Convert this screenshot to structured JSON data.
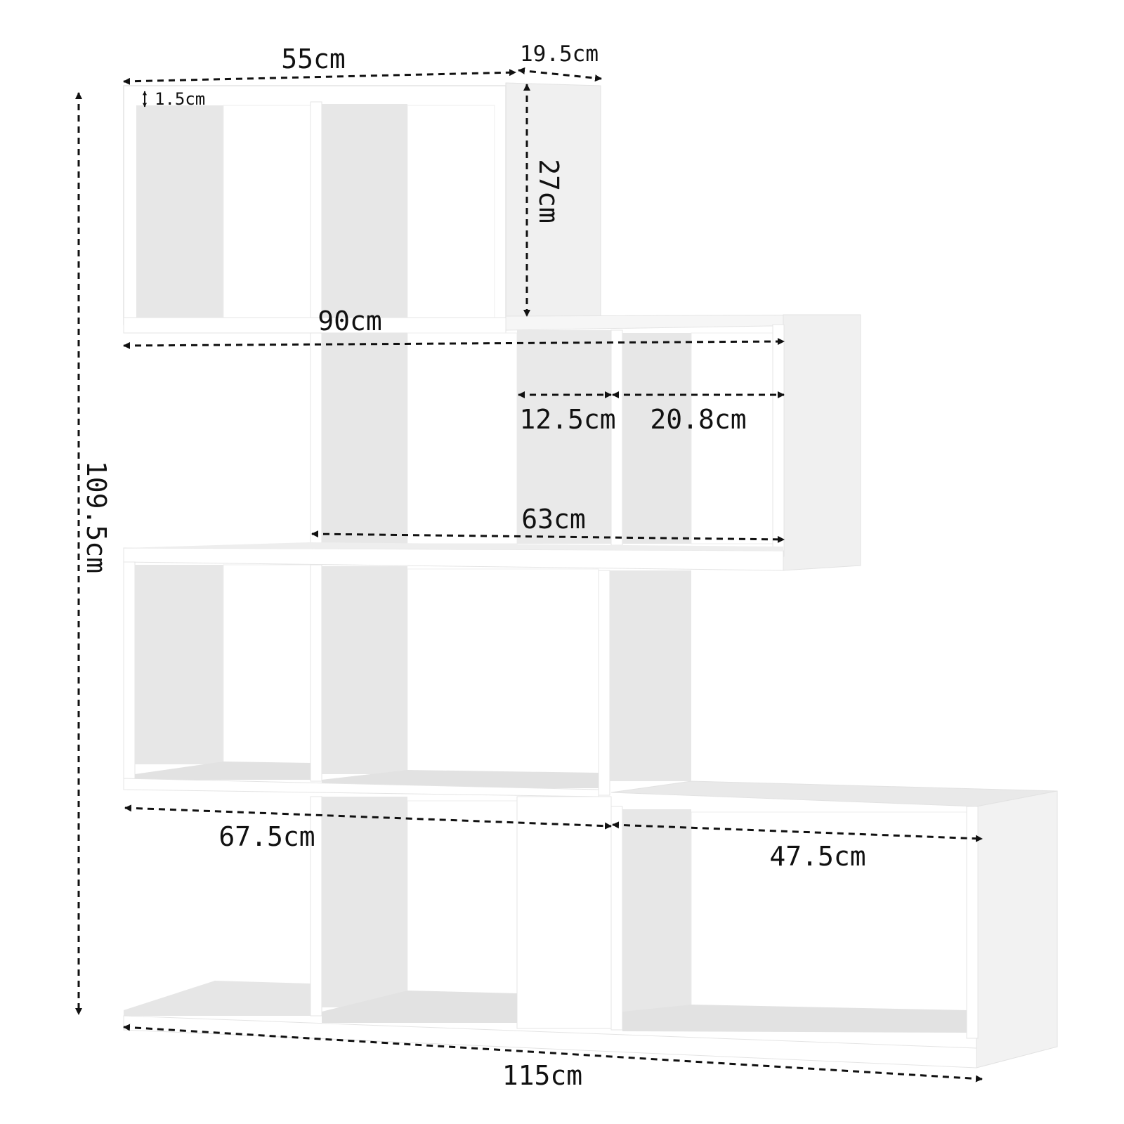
{
  "dimensions": {
    "top_width": "55cm",
    "depth": "19.5cm",
    "board_thickness": "1.5cm",
    "compartment_height": "27cm",
    "upper_width": "90cm",
    "inner_a": "12.5cm",
    "inner_b": "20.8cm",
    "middle_width": "63cm",
    "lower_left_width": "67.5cm",
    "lower_right_width": "47.5cm",
    "total_width": "115cm",
    "total_height": "109.5cm"
  },
  "colors": {
    "panel_face": "#ffffff",
    "panel_edge": "#f2f2f2",
    "interior": "#e6e6e6",
    "interior_dark": "#dcdcdc",
    "dimension_line": "#111111"
  }
}
